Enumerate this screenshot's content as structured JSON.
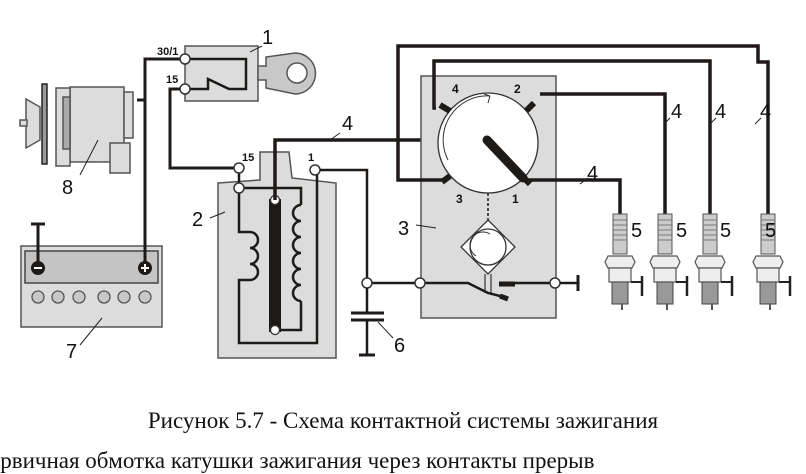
{
  "figure": {
    "caption": "Рисунок 5.7 - Схема контактной системы зажигания",
    "next_line_partial": "ервичная обмотка катушки зажигания через контакты прерыв"
  },
  "components": {
    "switch": {
      "number": "1",
      "terminal_top": "30/1",
      "terminal_bottom": "15"
    },
    "coil": {
      "number": "2",
      "terminal_left": "15",
      "terminal_right": "1"
    },
    "distributor": {
      "number": "3",
      "contacts": [
        "4",
        "2",
        "3",
        "1"
      ]
    },
    "wires": {
      "number": "4"
    },
    "plugs": {
      "number": "5",
      "count": 4
    },
    "capacitor": {
      "number": "6"
    },
    "battery": {
      "number": "7",
      "minus": "−",
      "plus": "+"
    },
    "generator": {
      "number": "8"
    }
  },
  "colors": {
    "wire": "#1e1a18",
    "body": "#dcdcdc",
    "outline": "#5a5a5a"
  }
}
